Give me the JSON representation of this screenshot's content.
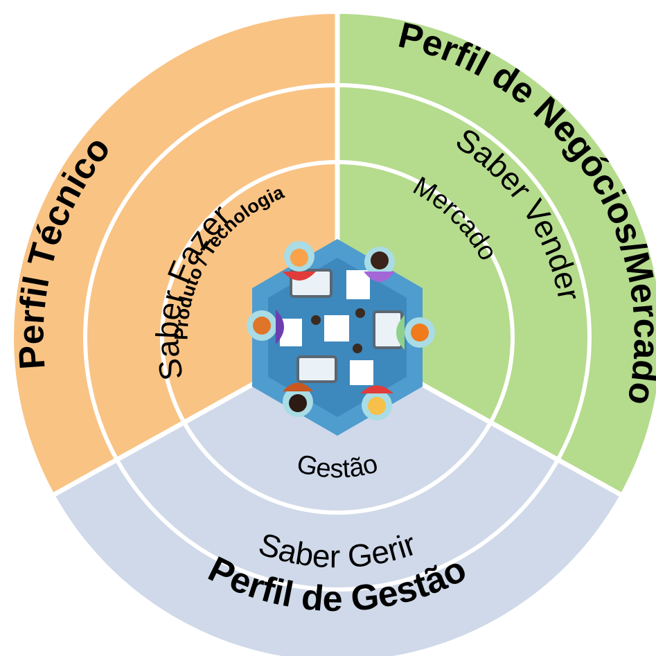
{
  "colors": {
    "tecnico": "#f9c384",
    "negocios": "#b5db8d",
    "gestao": "#cfd9e9",
    "divider": "#ffffff",
    "table": "#4f9ccf"
  },
  "sectors": {
    "tecnico": {
      "outer": "Perfil Técnico",
      "middle": "Saber Fazer",
      "inner": "Produto / Tecnologia"
    },
    "negocios": {
      "outer": "Perfil de Negócios/Mercado",
      "middle": "Saber Vender",
      "inner": "Mercado"
    },
    "gestao": {
      "outer": "Perfil de Gestão",
      "middle": "Saber Gerir",
      "inner": "Gestão"
    }
  },
  "center_image": "team-meeting-top-view-illustration"
}
